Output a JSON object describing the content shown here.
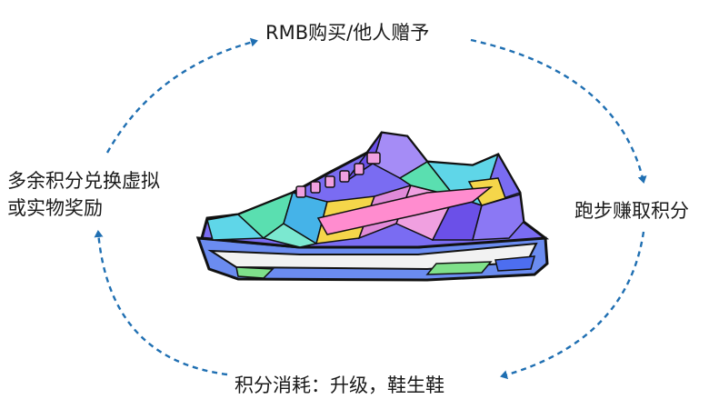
{
  "diagram": {
    "nodes": {
      "top": "RMB购买/他人赠予",
      "right": "跑步赚取积分",
      "bottom": "积分消耗：升级，鞋生鞋",
      "left_line1": "多余积分兑换虚拟",
      "left_line2": "或实物奖励"
    },
    "arrow_color": "#1f6fb2",
    "shoe_outline_color": "#111111"
  }
}
